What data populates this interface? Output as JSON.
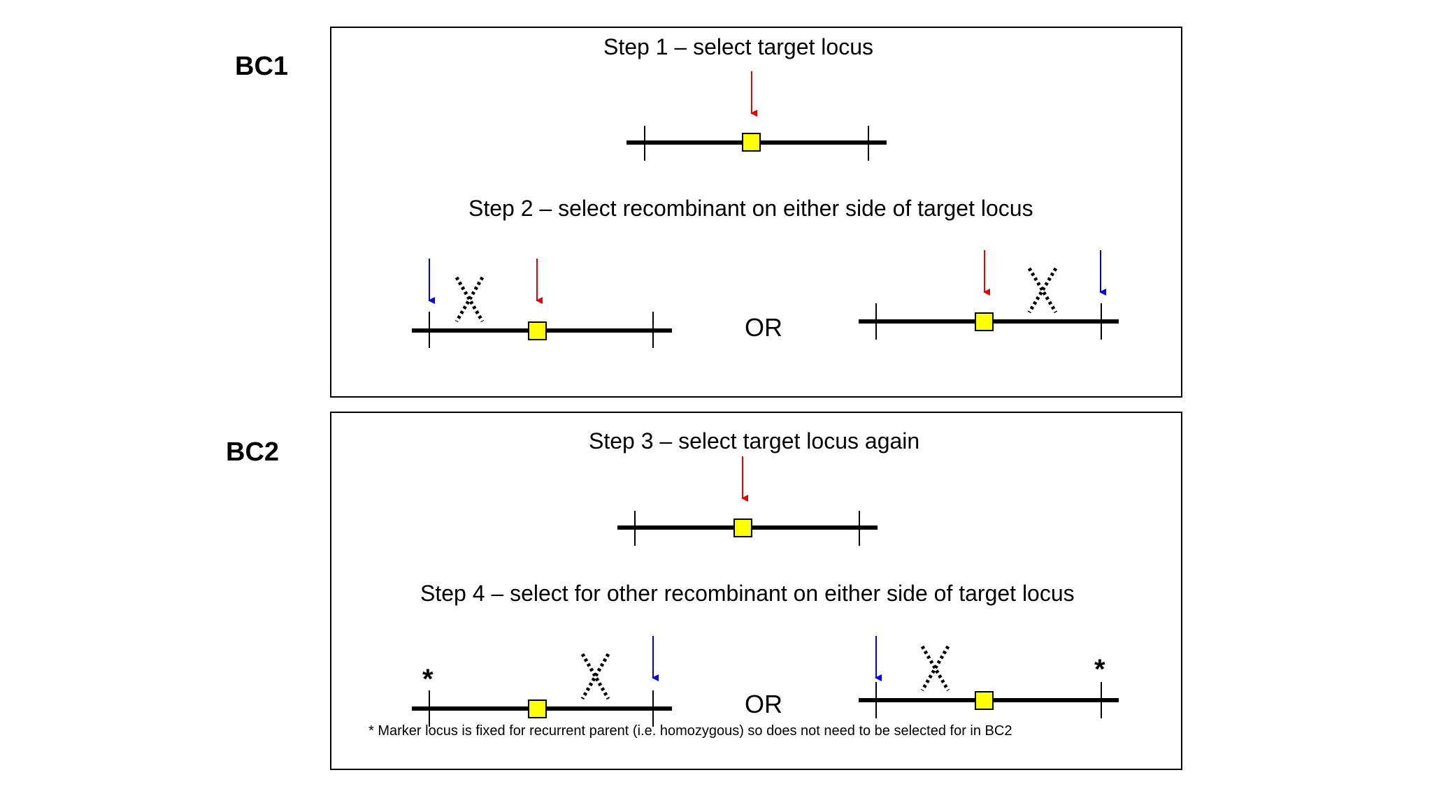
{
  "labels": {
    "bc1": "BC1",
    "bc2": "BC2"
  },
  "bc1": {
    "step1": "Step 1 – select target locus",
    "step2": "Step 2 – select recombinant on either side of target locus",
    "or": "OR"
  },
  "bc2": {
    "step3": "Step 3 – select target locus again",
    "step4": "Step 4 – select for other recombinant on either side of target locus",
    "or": "OR",
    "star": "*",
    "footnote": "* Marker locus is fixed for recurrent parent (i.e. homozygous) so does not need to be selected for in BC2"
  },
  "colors": {
    "target_arrow": "#e60000",
    "marker_arrow": "#0000e6",
    "locus_box": "#ffff00",
    "chromosome": "#000000"
  }
}
